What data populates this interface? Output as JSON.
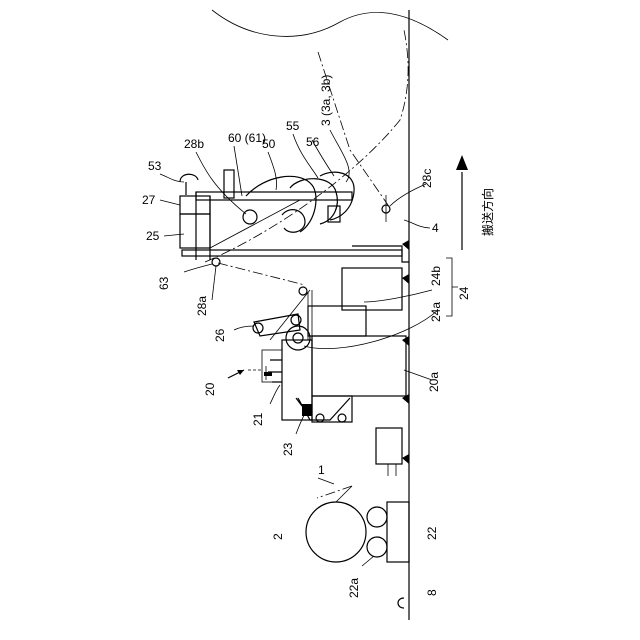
{
  "labels": {
    "l53": "53",
    "l28b": "28b",
    "l60": "60 (61)",
    "l50": "50",
    "l55": "55",
    "l56": "56",
    "l3": "3 (3a, 3b)",
    "l28c": "28c",
    "l27": "27",
    "l25": "25",
    "l4": "4",
    "l63": "63",
    "l28a": "28a",
    "l24b": "24b",
    "l24": "24",
    "l24a": "24a",
    "l26": "26",
    "l20": "20",
    "l20a": "20a",
    "l21": "21",
    "l23": "23",
    "l1": "1",
    "l2": "2",
    "l22": "22",
    "l22a": "22a",
    "l8": "8",
    "direction": "搬送方向"
  }
}
